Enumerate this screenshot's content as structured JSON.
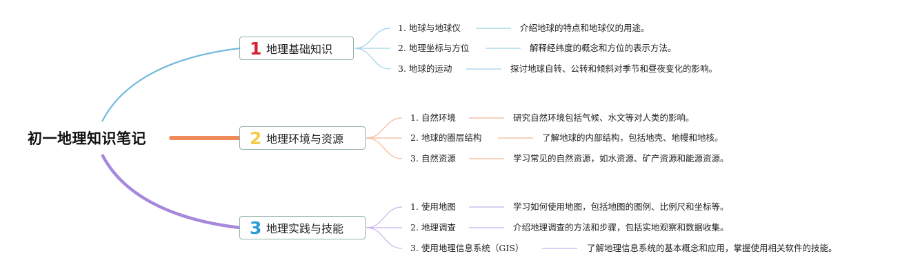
{
  "root": {
    "title": "初一地理知识笔记"
  },
  "colors": {
    "branch1": "#72b9dc",
    "branch2": "#ef8a5a",
    "branch3": "#a688dc",
    "num1": "#d4222f",
    "num2": "#f5cc4a",
    "num3": "#2b9ad6",
    "box_border": "#8fb2a8"
  },
  "branches": [
    {
      "number": "1",
      "label": "地理基础知识",
      "items": [
        {
          "title": "1. 地球与地球仪",
          "desc": "介绍地球的特点和地球仪的用途。"
        },
        {
          "title": "2. 地理坐标与方位",
          "desc": "解释经纬度的概念和方位的表示方法。"
        },
        {
          "title": "3. 地球的运动",
          "desc": "探讨地球自转、公转和倾斜对季节和昼夜变化的影响。"
        }
      ]
    },
    {
      "number": "2",
      "label": "地理环境与资源",
      "items": [
        {
          "title": "1. 自然环境",
          "desc": "研究自然环境包括气候、水文等对人类的影响。"
        },
        {
          "title": "2. 地球的圈层结构",
          "desc": "了解地球的内部结构，包括地壳、地幔和地核。"
        },
        {
          "title": "3. 自然资源",
          "desc": "学习常见的自然资源，如水资源、矿产资源和能源资源。"
        }
      ]
    },
    {
      "number": "3",
      "label": "地理实践与技能",
      "items": [
        {
          "title": "1. 使用地图",
          "desc": "学习如何使用地图，包括地图的图例、比例尺和坐标等。"
        },
        {
          "title": "2. 地理调查",
          "desc": "介绍地理调查的方法和步骤，包括实地观察和数据收集。"
        },
        {
          "title": "3. 使用地理信息系统（GIS）",
          "desc": "了解地理信息系统的基本概念和应用，掌握使用相关软件的技能。"
        }
      ]
    }
  ]
}
